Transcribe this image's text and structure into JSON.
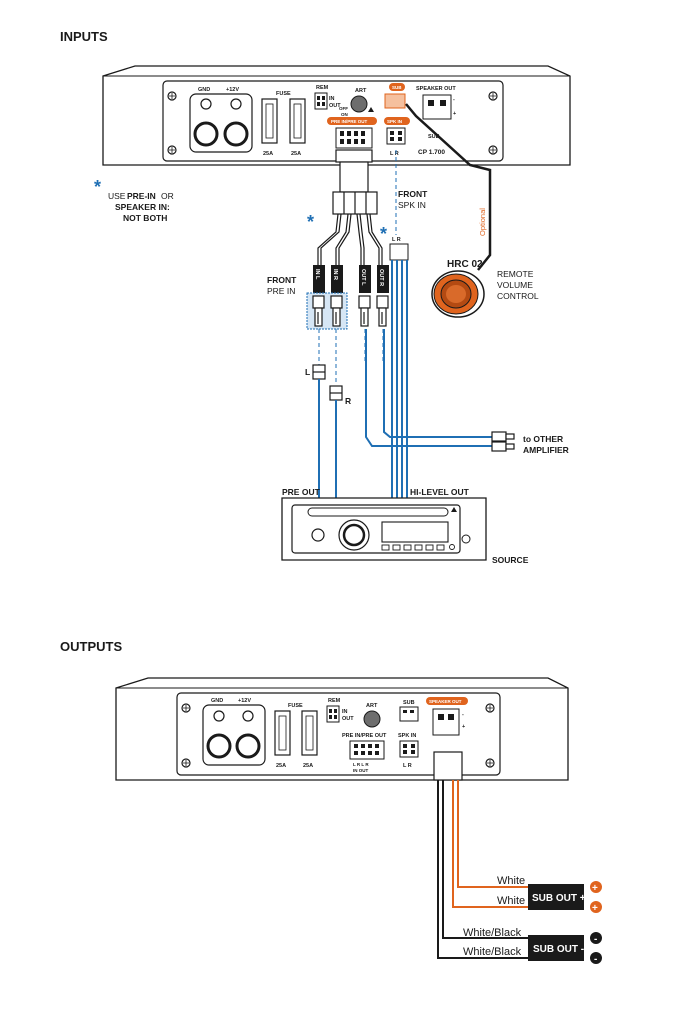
{
  "inputs_section": {
    "title": "INPUTS",
    "amp": {
      "gnd": "GND",
      "plus12v": "+12V",
      "fuse": "FUSE",
      "fuse_a": "25A",
      "fuse_b": "25A",
      "rem": "REM",
      "rem_in": "IN",
      "rem_out": "OUT",
      "art": "ART",
      "art_off": "OFF",
      "art_on": "ON",
      "pre_in_pre_out": "PRE IN/PRE OUT",
      "sub": "SUB",
      "spk_in": "SPK IN",
      "spk_lr": "L  R",
      "speaker_out": "SPEAKER OUT",
      "sub_bottom": "SUB",
      "model": "CP 1.700",
      "rca_in_l": "IN L",
      "rca_in_r": "IN R",
      "rca_out_l": "OUT L",
      "rca_out_r": "OUT R"
    },
    "note": {
      "star": "*",
      "use": "USE",
      "pre_in": "PRE-IN",
      "or": "OR",
      "speaker_in": "SPEAKER IN:",
      "not_both": "NOT BOTH"
    },
    "front_spk_in_title": "FRONT",
    "front_spk_in_sub": "SPK IN",
    "optional": "Optional",
    "hrc_name": "HRC 02",
    "hrc_desc": [
      "REMOTE",
      "VOLUME",
      "CONTROL"
    ],
    "front_pre_in_title": "FRONT",
    "front_pre_in_sub": "PRE IN",
    "spk_lr_label": "L  R",
    "rca_l": "L",
    "rca_r": "R",
    "to_other": "to OTHER",
    "amplifier": "AMPLIFIER",
    "pre_out": "PRE OUT",
    "hi_level_out": "HI-LEVEL OUT",
    "source": "SOURCE"
  },
  "outputs_section": {
    "title": "OUTPUTS",
    "amp": {
      "gnd": "GND",
      "plus12v": "+12V",
      "fuse": "FUSE",
      "fuse_a": "25A",
      "fuse_b": "25A",
      "rem": "REM",
      "rem_in": "IN",
      "rem_out": "OUT",
      "art": "ART",
      "pre_in_pre_out": "PRE IN/PRE OUT",
      "pre_lr": "L  R  L  R",
      "pre_in_out": "IN   OUT",
      "sub": "SUB",
      "spk_in": "SPK IN",
      "spk_lr": "L  R",
      "speaker_out": "SPEAKER OUT"
    },
    "wires": [
      "White",
      "White",
      "White/Black",
      "White/Black"
    ],
    "sub_out_plus": "SUB OUT +",
    "sub_out_minus": "SUB OUT -",
    "plus": "+",
    "minus": "-"
  },
  "colors": {
    "accent": "#e0641e",
    "blue": "#1f6fb4",
    "light_blue": "#d6e6f5",
    "ink": "#1a1a1a"
  }
}
